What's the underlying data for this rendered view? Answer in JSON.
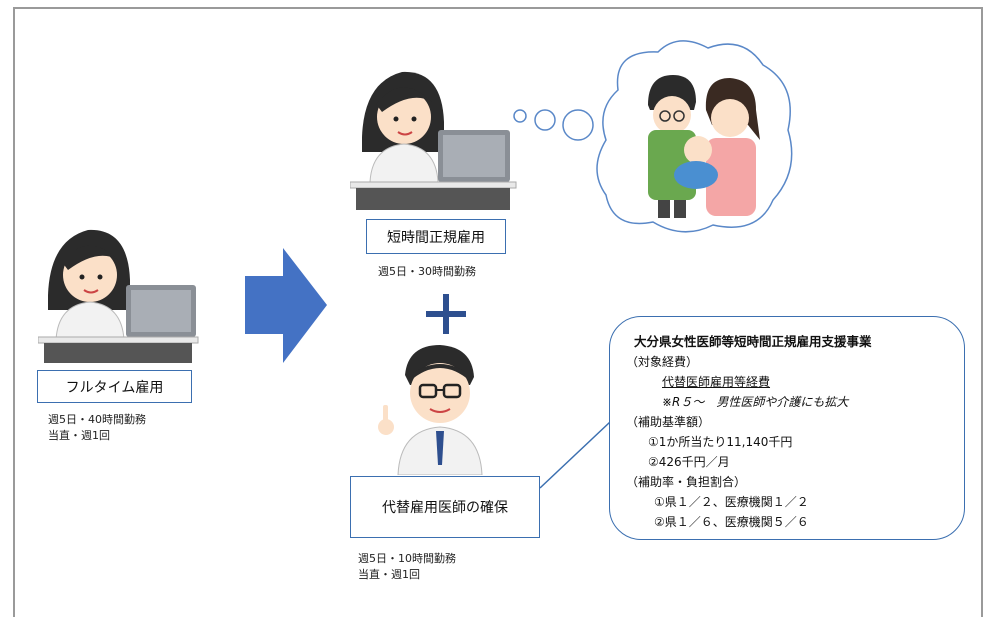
{
  "fulltime": {
    "label": "フルタイム雇用",
    "hours": "週5日・40時間勤務",
    "duty": "当直・週1回"
  },
  "short_time": {
    "label": "短時間正規雇用",
    "hours": "週5日・30時間勤務"
  },
  "substitute": {
    "label": "代替雇用医師の確保",
    "hours": "週5日・10時間勤務",
    "duty": "当直・週1回"
  },
  "plus_symbol": "+",
  "program": {
    "title": "大分県女性医師等短時間正規雇用支援事業",
    "cost_heading": "（対象経費）",
    "cost_item": "代替医師雇用等経費",
    "cost_note": "※R５～　男性医師や介護にも拡大",
    "standard_heading": "（補助基準額）",
    "standard_1": "①1か所当たり11,140千円",
    "standard_2": "②426千円／月",
    "rate_heading": "（補助率・負担割合）",
    "rate_1": "①県１／２、医療機関１／２",
    "rate_2": "②県１／６、医療機関５／６"
  },
  "colors": {
    "box_border": "#3b6fb0",
    "arrow_fill": "#4472c4",
    "plus_color": "#2e4f8f"
  }
}
